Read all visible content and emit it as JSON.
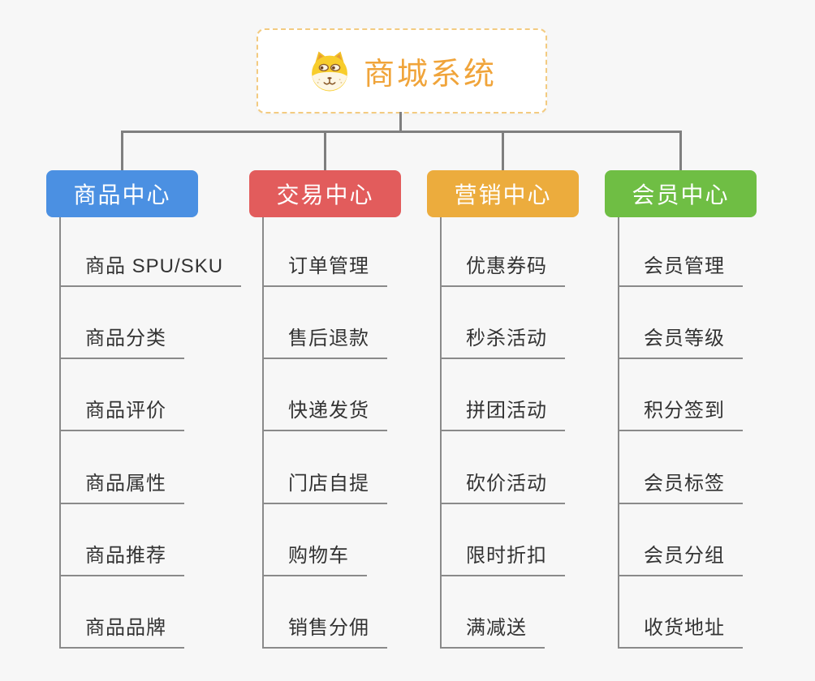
{
  "root": {
    "title": "商城系统",
    "icon": "dog-face-icon",
    "title_color": "#f0a43a",
    "border_color": "#f3cb81"
  },
  "connector_color": "#7f7f7f",
  "background_color": "#f7f7f7",
  "branches": [
    {
      "label": "商品中心",
      "color": "#4b90e2",
      "items": [
        "商品 SPU/SKU",
        "商品分类",
        "商品评价",
        "商品属性",
        "商品推荐",
        "商品品牌"
      ]
    },
    {
      "label": "交易中心",
      "color": "#e25c5c",
      "items": [
        "订单管理",
        "售后退款",
        "快递发货",
        "门店自提",
        "购物车",
        "销售分佣"
      ]
    },
    {
      "label": "营销中心",
      "color": "#ecac3d",
      "items": [
        "优惠券码",
        "秒杀活动",
        "拼团活动",
        "砍价活动",
        "限时折扣",
        "满减送"
      ]
    },
    {
      "label": "会员中心",
      "color": "#6fbe44",
      "items": [
        "会员管理",
        "会员等级",
        "积分签到",
        "会员标签",
        "会员分组",
        "收货地址"
      ]
    }
  ]
}
